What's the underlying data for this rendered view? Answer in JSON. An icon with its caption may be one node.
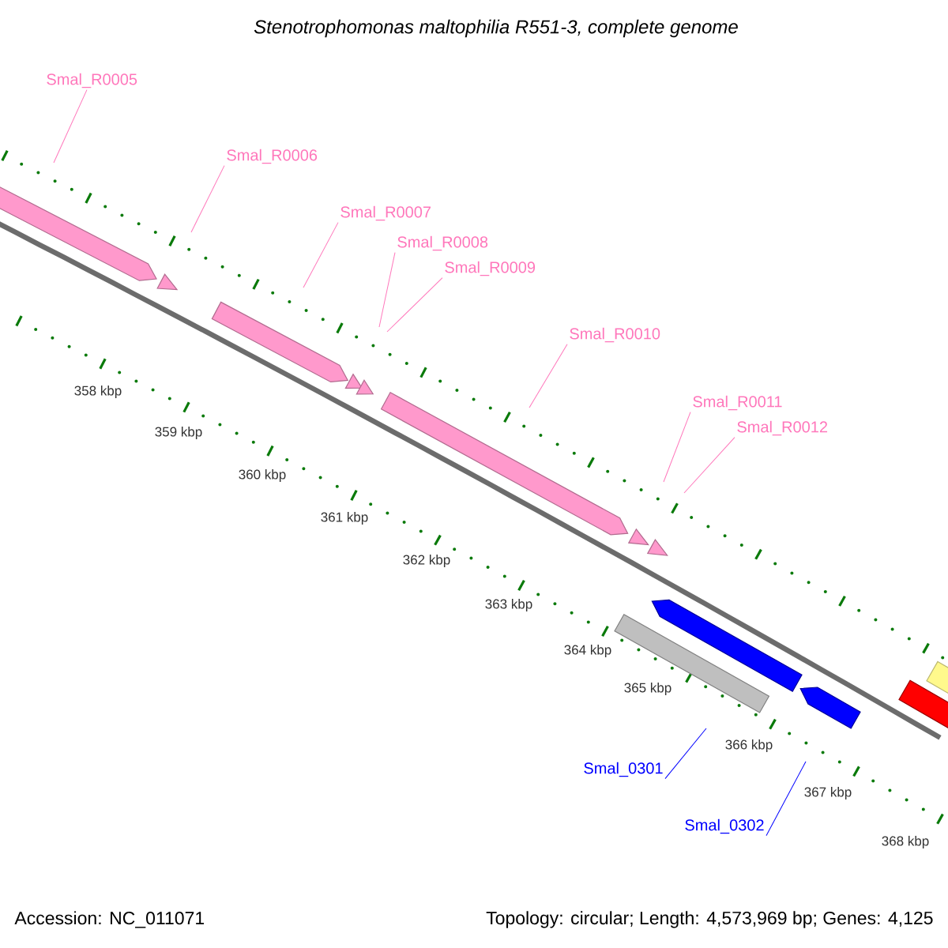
{
  "diagram": {
    "title": "Stenotrophomonas maltophilia R551-3, complete genome",
    "nodes": [
      {
        "text": [
          "Smal_R0005"
        ]
      },
      {
        "text": [
          "Smal_R0006"
        ]
      },
      {
        "text": [
          "Smal_R0007"
        ]
      },
      {
        "text": [
          "Smal_R0008"
        ]
      },
      {
        "text": [
          "Smal_R0009"
        ]
      },
      {
        "text": [
          "Smal_R0010"
        ]
      },
      {
        "text": [
          "Smal_R0011"
        ]
      },
      {
        "text": [
          "Smal_R0012"
        ]
      },
      {
        "text": [
          "Smal_0301"
        ]
      },
      {
        "text": [
          "Smal_0302"
        ]
      }
    ],
    "edges": [
      {
        "from": 0,
        "to": null,
        "arrow": "none"
      },
      {
        "from": 1,
        "to": null,
        "arrow": "none"
      },
      {
        "from": 2,
        "to": null,
        "arrow": "none"
      },
      {
        "from": 3,
        "to": null,
        "arrow": "none"
      },
      {
        "from": 4,
        "to": null,
        "arrow": "none"
      },
      {
        "from": 5,
        "to": null,
        "arrow": "none"
      },
      {
        "from": 6,
        "to": null,
        "arrow": "none"
      },
      {
        "from": 7,
        "to": null,
        "arrow": "none"
      },
      {
        "from": 8,
        "to": null,
        "arrow": "none",
        "color": "#0000ff"
      },
      {
        "from": 9,
        "to": null,
        "arrow": "none",
        "color": "#0000ff"
      }
    ],
    "labels": [
      "358 kbp",
      "359 kbp",
      "360 kbp",
      "361 kbp",
      "362 kbp",
      "363 kbp",
      "364 kbp",
      "365 kbp",
      "366 kbp",
      "367 kbp",
      "368 kbp",
      "Accession: NC_011071",
      "Topology: circular; Length: 4,573,969 bp; Genes: 4,125"
    ]
  }
}
